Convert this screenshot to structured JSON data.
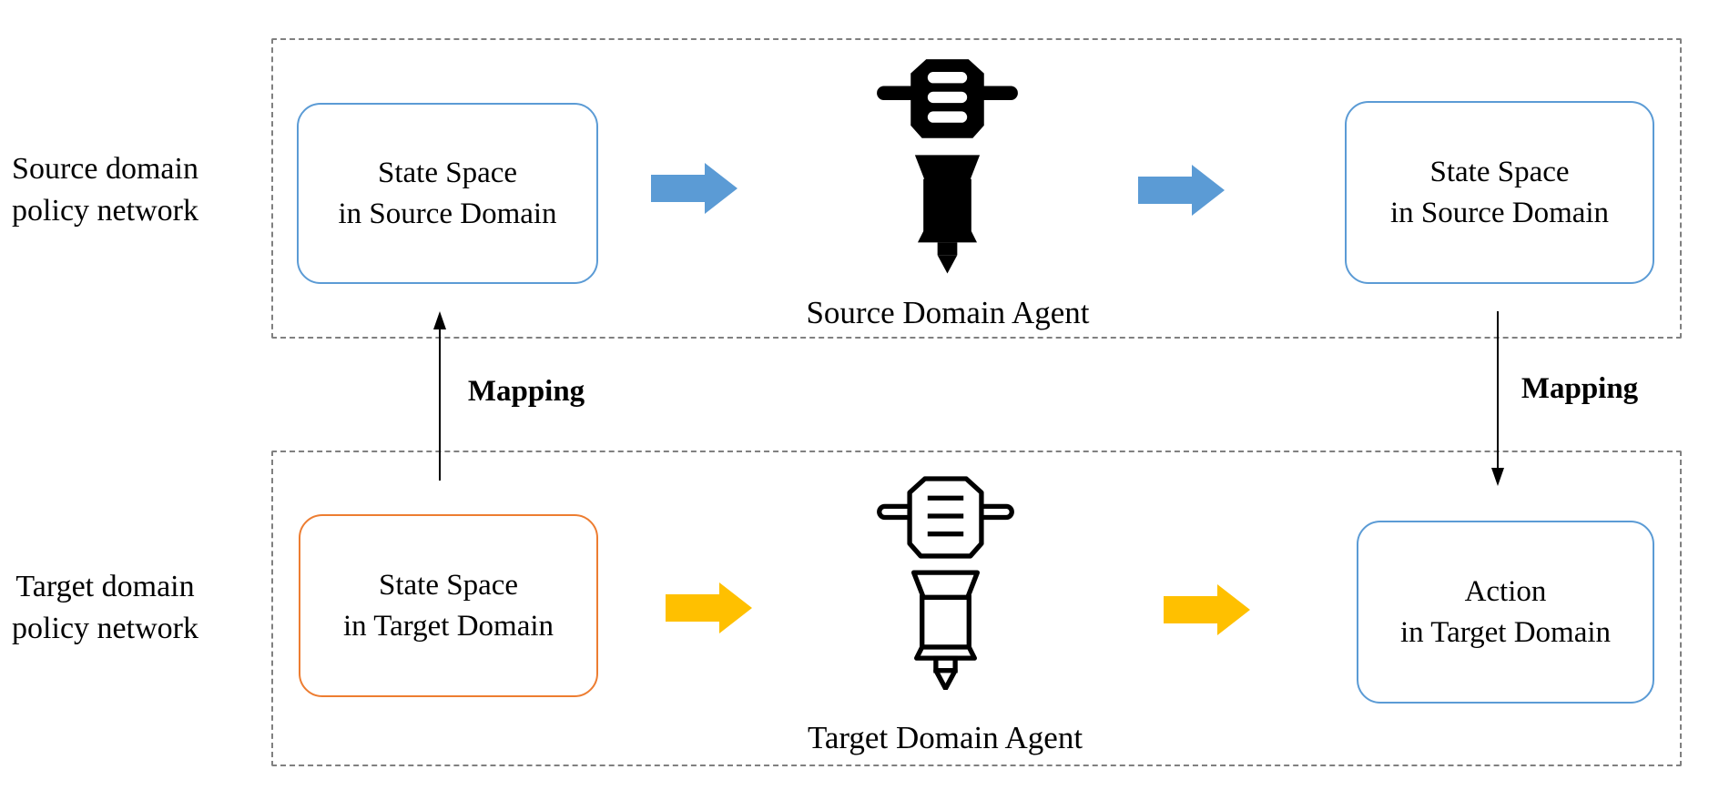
{
  "diagram": {
    "source_row": {
      "side_label": {
        "line1": "Source domain",
        "line2": "policy network"
      },
      "state_box": {
        "line1": "State Space",
        "line2": "in Source Domain"
      },
      "agent_caption": "Source Domain Agent",
      "output_box": {
        "line1": "State Space",
        "line2": "in Source Domain"
      }
    },
    "target_row": {
      "side_label": {
        "line1": "Target domain",
        "line2": "policy network"
      },
      "state_box": {
        "line1": "State Space",
        "line2": "in Target Domain"
      },
      "agent_caption": "Target Domain Agent",
      "output_box": {
        "line1": "Action",
        "line2": "in Target Domain"
      }
    },
    "mapping": {
      "left_label": "Mapping",
      "right_label": "Mapping"
    },
    "icons": {
      "source_agent": "jackhammer-filled-icon",
      "target_agent": "jackhammer-outline-icon"
    },
    "colors": {
      "blue": "#5B9BD5",
      "yellow": "#FFC000",
      "orange": "#ED7D31",
      "dash_border": "#808080",
      "line": "#000000"
    }
  }
}
